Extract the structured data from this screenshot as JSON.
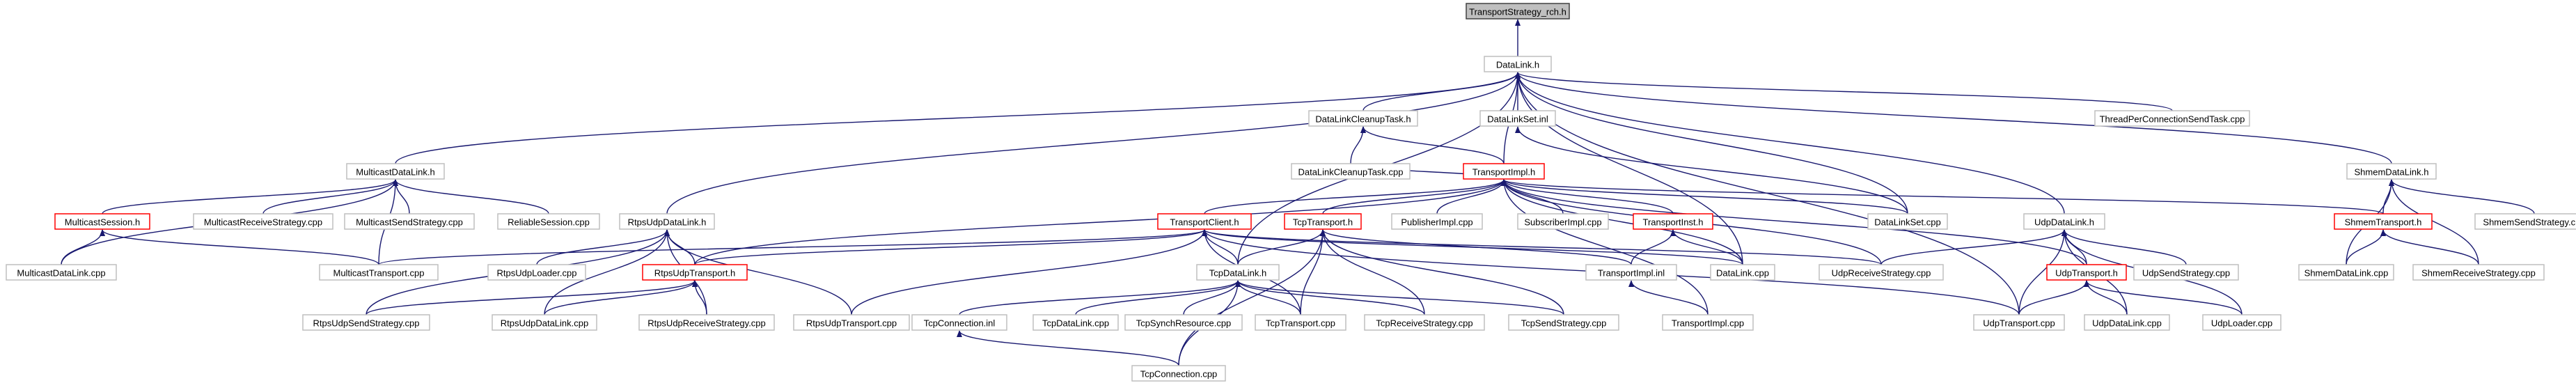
{
  "colors": {
    "edge": "#191970",
    "node_border": "#bfbfbf",
    "highlight_fill": "#bfbfbf",
    "incomplete_border": "#ff0000"
  },
  "nodes": [
    {
      "id": "n_trs",
      "label": "TransportStrategy_rch.h",
      "style": "highlight"
    },
    {
      "id": "n_dl",
      "label": "DataLink.h"
    },
    {
      "id": "n_dlct",
      "label": "DataLinkCleanupTask.h"
    },
    {
      "id": "n_dlsi",
      "label": "DataLinkSet.inl"
    },
    {
      "id": "n_tpc",
      "label": "ThreadPerConnectionSendTask.cpp"
    },
    {
      "id": "n_mdl",
      "label": "MulticastDataLink.h"
    },
    {
      "id": "n_sdl",
      "label": "ShmemDataLink.h"
    },
    {
      "id": "n_ms",
      "label": "MulticastSession.h",
      "style": "incomplete"
    },
    {
      "id": "n_mrs",
      "label": "MulticastReceiveStrategy.cpp"
    },
    {
      "id": "n_mss",
      "label": "MulticastSendStrategy.cpp"
    },
    {
      "id": "n_rs",
      "label": "ReliableSession.cpp"
    },
    {
      "id": "n_mdlc",
      "label": "MulticastDataLink.cpp"
    },
    {
      "id": "n_mt",
      "label": "MulticastTransport.cpp"
    },
    {
      "id": "n_rudl",
      "label": "RtpsUdpDataLink.h"
    },
    {
      "id": "n_dlctc",
      "label": "DataLinkCleanupTask.cpp"
    },
    {
      "id": "n_ti",
      "label": "TransportImpl.h",
      "style": "incomplete"
    },
    {
      "id": "n_tcl",
      "label": "TransportClient.h",
      "style": "incomplete"
    },
    {
      "id": "n_tt",
      "label": "TcpTransport.h",
      "style": "incomplete"
    },
    {
      "id": "n_pi",
      "label": "PublisherImpl.cpp"
    },
    {
      "id": "n_si",
      "label": "SubscriberImpl.cpp"
    },
    {
      "id": "n_tin",
      "label": "TransportInst.h",
      "style": "incomplete"
    },
    {
      "id": "n_dlsc",
      "label": "DataLinkSet.cpp"
    },
    {
      "id": "n_udl",
      "label": "UdpDataLink.h"
    },
    {
      "id": "n_st",
      "label": "ShmemTransport.h",
      "style": "incomplete"
    },
    {
      "id": "n_sss",
      "label": "ShmemSendStrategy.cpp"
    },
    {
      "id": "n_rul",
      "label": "RtpsUdpLoader.cpp"
    },
    {
      "id": "n_rut",
      "label": "RtpsUdpTransport.h",
      "style": "incomplete"
    },
    {
      "id": "n_tiinl",
      "label": "TransportImpl.inl"
    },
    {
      "id": "n_dlc",
      "label": "DataLink.cpp"
    },
    {
      "id": "n_urs",
      "label": "UdpReceiveStrategy.cpp"
    },
    {
      "id": "n_ut",
      "label": "UdpTransport.h",
      "style": "incomplete"
    },
    {
      "id": "n_uss",
      "label": "UdpSendStrategy.cpp"
    },
    {
      "id": "n_sdlc",
      "label": "ShmemDataLink.cpp"
    },
    {
      "id": "n_srs",
      "label": "ShmemReceiveStrategy.cpp"
    },
    {
      "id": "n_tdl",
      "label": "TcpDataLink.h"
    },
    {
      "id": "n_russ",
      "label": "RtpsUdpSendStrategy.cpp"
    },
    {
      "id": "n_rudlc",
      "label": "RtpsUdpDataLink.cpp"
    },
    {
      "id": "n_rurs",
      "label": "RtpsUdpReceiveStrategy.cpp"
    },
    {
      "id": "n_rutc",
      "label": "RtpsUdpTransport.cpp"
    },
    {
      "id": "n_tcinl",
      "label": "TcpConnection.inl"
    },
    {
      "id": "n_tdlc",
      "label": "TcpDataLink.cpp"
    },
    {
      "id": "n_tsr",
      "label": "TcpSynchResource.cpp"
    },
    {
      "id": "n_ttc",
      "label": "TcpTransport.cpp"
    },
    {
      "id": "n_trsc",
      "label": "TcpReceiveStrategy.cpp"
    },
    {
      "id": "n_tss",
      "label": "TcpSendStrategy.cpp"
    },
    {
      "id": "n_tic",
      "label": "TransportImpl.cpp"
    },
    {
      "id": "n_utc",
      "label": "UdpTransport.cpp"
    },
    {
      "id": "n_udlc",
      "label": "UdpDataLink.cpp"
    },
    {
      "id": "n_ulc",
      "label": "UdpLoader.cpp"
    },
    {
      "id": "n_tcc",
      "label": "TcpConnection.cpp"
    }
  ],
  "edges": [
    [
      "n_dl",
      "n_trs"
    ],
    [
      "n_mdl",
      "n_dl"
    ],
    [
      "n_rudl",
      "n_dl"
    ],
    [
      "n_tdl",
      "n_dl"
    ],
    [
      "n_dlct",
      "n_dl"
    ],
    [
      "n_dlsi",
      "n_dl"
    ],
    [
      "n_tpc",
      "n_dl"
    ],
    [
      "n_sdl",
      "n_dl"
    ],
    [
      "n_udl",
      "n_dl"
    ],
    [
      "n_dlc",
      "n_dl"
    ],
    [
      "n_utc",
      "n_dl"
    ],
    [
      "n_ti",
      "n_dl"
    ],
    [
      "n_dlsc",
      "n_dl"
    ],
    [
      "n_ms",
      "n_mdl"
    ],
    [
      "n_mrs",
      "n_mdl"
    ],
    [
      "n_mss",
      "n_mdl"
    ],
    [
      "n_rs",
      "n_mdl"
    ],
    [
      "n_mdlc",
      "n_mdl"
    ],
    [
      "n_mt",
      "n_mdl"
    ],
    [
      "n_mdlc",
      "n_ms"
    ],
    [
      "n_mt",
      "n_ms"
    ],
    [
      "n_dlctc",
      "n_dlct"
    ],
    [
      "n_ti",
      "n_dlct"
    ],
    [
      "n_dlsc",
      "n_dlsi"
    ],
    [
      "n_sss",
      "n_sdl"
    ],
    [
      "n_srs",
      "n_sdl"
    ],
    [
      "n_st",
      "n_sdl"
    ],
    [
      "n_sdlc",
      "n_sdl"
    ],
    [
      "n_sdlc",
      "n_st"
    ],
    [
      "n_srs",
      "n_st"
    ],
    [
      "n_st",
      "n_ti"
    ],
    [
      "n_tcl",
      "n_ti"
    ],
    [
      "n_tt",
      "n_ti"
    ],
    [
      "n_pi",
      "n_ti"
    ],
    [
      "n_si",
      "n_ti"
    ],
    [
      "n_tin",
      "n_ti"
    ],
    [
      "n_dlsc",
      "n_ti"
    ],
    [
      "n_rut",
      "n_ti"
    ],
    [
      "n_ut",
      "n_ti"
    ],
    [
      "n_urs",
      "n_ti"
    ],
    [
      "n_dlc",
      "n_ti"
    ],
    [
      "n_tic",
      "n_ti"
    ],
    [
      "n_dlctc",
      "n_ti"
    ],
    [
      "n_tiinl",
      "n_tin"
    ],
    [
      "n_dlc",
      "n_tin"
    ],
    [
      "n_rul",
      "n_rudl"
    ],
    [
      "n_rut",
      "n_rudl"
    ],
    [
      "n_russ",
      "n_rudl"
    ],
    [
      "n_rudlc",
      "n_rudl"
    ],
    [
      "n_rurs",
      "n_rudl"
    ],
    [
      "n_rutc",
      "n_rudl"
    ],
    [
      "n_russ",
      "n_rut"
    ],
    [
      "n_rudlc",
      "n_rut"
    ],
    [
      "n_rurs",
      "n_rut"
    ],
    [
      "n_mt",
      "n_tcl"
    ],
    [
      "n_rut",
      "n_tcl"
    ],
    [
      "n_tdl",
      "n_tcl"
    ],
    [
      "n_rutc",
      "n_tcl"
    ],
    [
      "n_ttc",
      "n_tcl"
    ],
    [
      "n_utc",
      "n_tcl"
    ],
    [
      "n_dlc",
      "n_tcl"
    ],
    [
      "n_urs",
      "n_tcl"
    ],
    [
      "n_tdl",
      "n_tt"
    ],
    [
      "n_ttc",
      "n_tt"
    ],
    [
      "n_trsc",
      "n_tt"
    ],
    [
      "n_tss",
      "n_tt"
    ],
    [
      "n_tcc",
      "n_tt"
    ],
    [
      "n_tiinl",
      "n_tt"
    ],
    [
      "n_tcinl",
      "n_tdl"
    ],
    [
      "n_tdlc",
      "n_tdl"
    ],
    [
      "n_tsr",
      "n_tdl"
    ],
    [
      "n_ttc",
      "n_tdl"
    ],
    [
      "n_trsc",
      "n_tdl"
    ],
    [
      "n_tss",
      "n_tdl"
    ],
    [
      "n_tcc",
      "n_tdl"
    ],
    [
      "n_tcc",
      "n_tcinl"
    ],
    [
      "n_tic",
      "n_tiinl"
    ],
    [
      "n_urs",
      "n_udl"
    ],
    [
      "n_ut",
      "n_udl"
    ],
    [
      "n_uss",
      "n_udl"
    ],
    [
      "n_utc",
      "n_udl"
    ],
    [
      "n_udlc",
      "n_udl"
    ],
    [
      "n_ulc",
      "n_udl"
    ],
    [
      "n_utc",
      "n_ut"
    ],
    [
      "n_udlc",
      "n_ut"
    ],
    [
      "n_ulc",
      "n_ut"
    ]
  ]
}
